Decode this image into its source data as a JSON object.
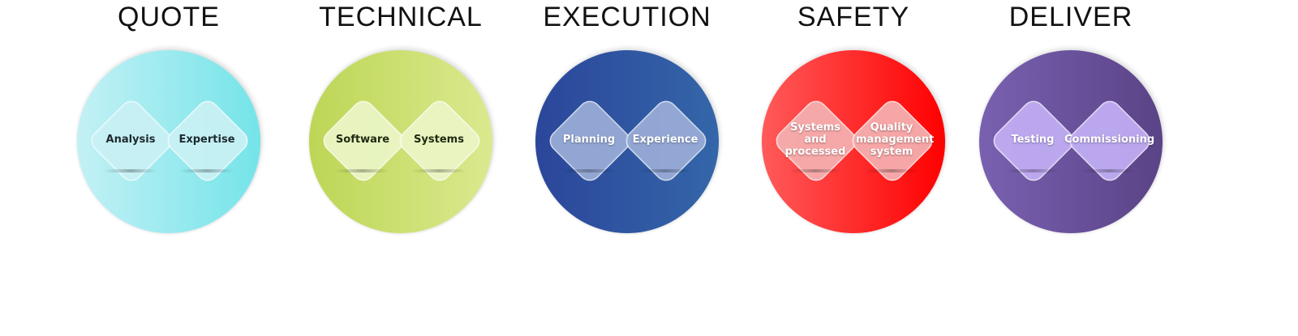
{
  "columns": [
    {
      "title": "QUOTE",
      "colors": {
        "from": "#c3f1f5",
        "to": "#74e4e9",
        "diamond": "#c8f1f5",
        "text": "#1e2a2e"
      },
      "items": [
        "Analysis",
        "Expertise"
      ]
    },
    {
      "title": "TECHNICAL",
      "colors": {
        "from": "#bcd655",
        "to": "#dbe98f",
        "diamond": "#eaf5c4",
        "text": "#1e2a10"
      },
      "items": [
        "Software",
        "Systems"
      ]
    },
    {
      "title": "EXECUTION",
      "colors": {
        "from": "#2b469a",
        "to": "#3466a9",
        "diamond": "#98abd6",
        "text": "#ffffff"
      },
      "items": [
        "Planning",
        "Experience"
      ]
    },
    {
      "title": "SAFETY",
      "colors": {
        "from": "#ff5a5a",
        "to": "#ff0000",
        "diamond": "#f6aeae",
        "text": "#ffffff"
      },
      "items": [
        "Systems and processed",
        "Quality management system"
      ]
    },
    {
      "title": "DELIVER",
      "colors": {
        "from": "#7961b1",
        "to": "#5a4386",
        "diamond": "#c0acf3",
        "text": "#ffffff"
      },
      "items": [
        "Testing",
        "Commissioning"
      ]
    }
  ]
}
